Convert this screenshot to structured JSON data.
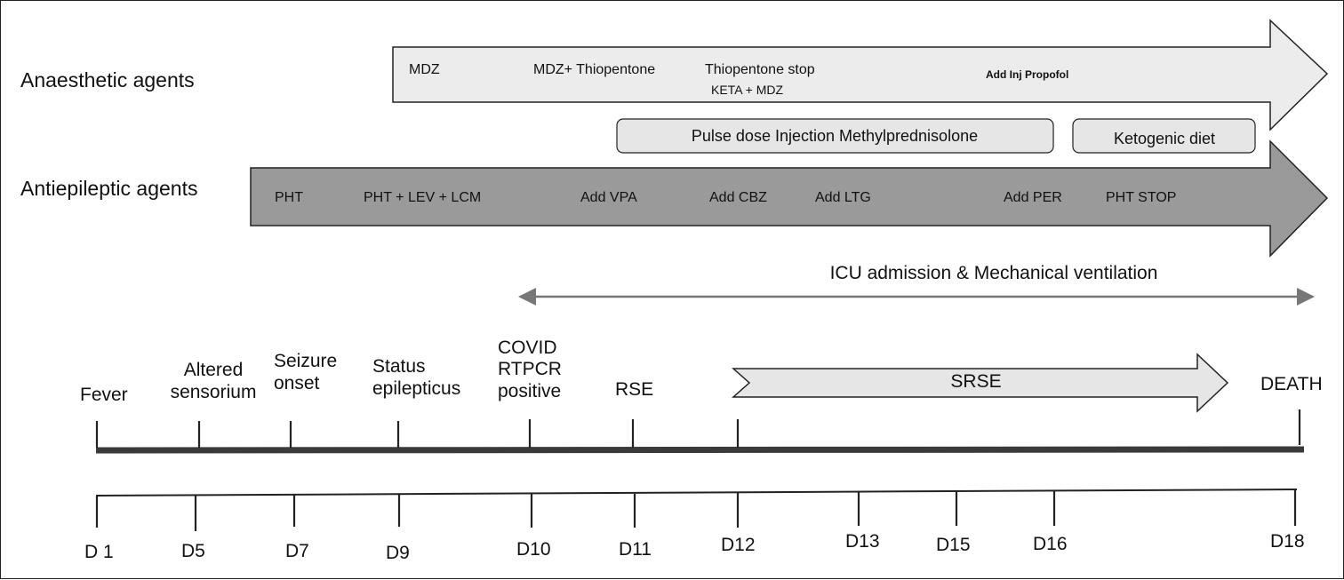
{
  "rows": {
    "anaesthetic_label": "Anaesthetic agents",
    "antiepileptic_label": "Antiepileptic agents"
  },
  "anaesthetic": {
    "items": [
      "MDZ",
      "MDZ+ Thiopentone",
      "Thiopentone stop",
      "KETA + MDZ",
      "Add Inj Propofol"
    ]
  },
  "adjuncts": {
    "methylprednisolone": "Pulse dose Injection Methylprednisolone",
    "ketogenic": "Ketogenic diet"
  },
  "antiepileptic": {
    "items": [
      "PHT",
      "PHT + LEV + LCM",
      "Add VPA",
      "Add CBZ",
      "Add LTG",
      "Add PER",
      "PHT STOP"
    ]
  },
  "icu": {
    "label": "ICU admission & Mechanical ventilation"
  },
  "srse": {
    "label": "SRSE"
  },
  "events": [
    {
      "lines": [
        "Fever"
      ]
    },
    {
      "lines": [
        "Altered",
        "sensorium"
      ]
    },
    {
      "lines": [
        "Seizure",
        "onset"
      ]
    },
    {
      "lines": [
        "Status",
        "epilepticus"
      ]
    },
    {
      "lines": [
        "COVID",
        "RTPCR",
        "positive"
      ]
    },
    {
      "lines": [
        "RSE"
      ]
    },
    {
      "lines": [
        "DEATH"
      ]
    }
  ],
  "days": [
    "D 1",
    "D5",
    "D7",
    "D9",
    "D10",
    "D11",
    "D12",
    "D13",
    "D15",
    "D16",
    "D18"
  ],
  "colors": {
    "anaesthetic_arrow": "#ececec",
    "antiepileptic_arrow": "#9a9a9a",
    "adjunct_box": "#e6e6e6",
    "srse_arrow": "#e6e6e6",
    "icu_line": "#777777",
    "timeline": "#3a3a3a"
  }
}
